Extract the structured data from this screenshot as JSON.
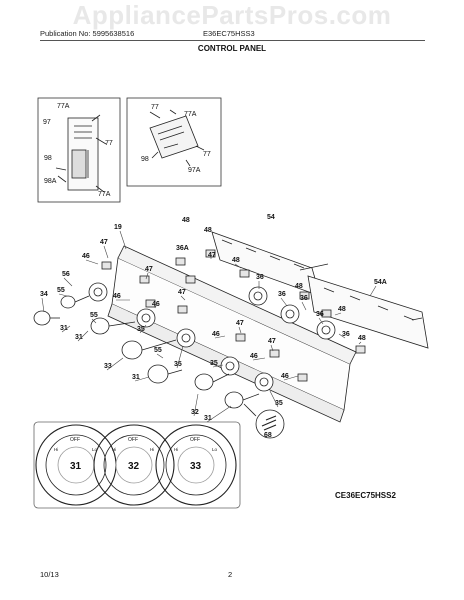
{
  "watermark": "AppliancePartsPros.com",
  "header": {
    "publication": "Publication No: 5995638516",
    "model": "E36EC75HSS3",
    "section_title": "CONTROL PANEL"
  },
  "footer": {
    "date": "10/13",
    "page": "2"
  },
  "diagram_code": "CE36EC75HSS2",
  "inset_labels": {
    "left": [
      "77A",
      "97",
      "77",
      "98",
      "98A",
      "77A"
    ],
    "right": [
      "77",
      "77A",
      "98",
      "77",
      "97A"
    ]
  },
  "part_labels": {
    "p19": "19",
    "p36a": "36A",
    "p48a": "48",
    "p48b": "48",
    "p54": "54",
    "p47a": "47",
    "p46a": "46",
    "p47b": "47",
    "p47c": "47",
    "p48c": "48",
    "p36b": "36",
    "p56": "56",
    "p55a": "55",
    "p34": "34",
    "p46b": "46",
    "p47d": "47",
    "p31a": "31",
    "p55b": "55",
    "p46c": "46",
    "p31b": "31",
    "p36c": "36",
    "p36d": "36",
    "p48d": "48",
    "p36e": "36",
    "p48e": "48",
    "p54a": "54A",
    "p36f": "36",
    "p48f": "48",
    "p35a": "35",
    "p47e": "47",
    "p47f": "47",
    "p46d": "46",
    "p46e": "46",
    "p46f": "46",
    "p33": "33",
    "p55c": "55",
    "p35b": "35",
    "p35c": "35",
    "p31c": "31",
    "p32": "32",
    "p31d": "31",
    "p35d": "35",
    "p68": "68"
  },
  "dial_faces": [
    {
      "number": "31",
      "marks": [
        "OFF",
        "Hi",
        "Lo"
      ]
    },
    {
      "number": "32",
      "marks": [
        "OFF",
        "Hi",
        "Hi"
      ]
    },
    {
      "number": "33",
      "marks": [
        "OFF",
        "Hi",
        "Lo"
      ]
    }
  ]
}
